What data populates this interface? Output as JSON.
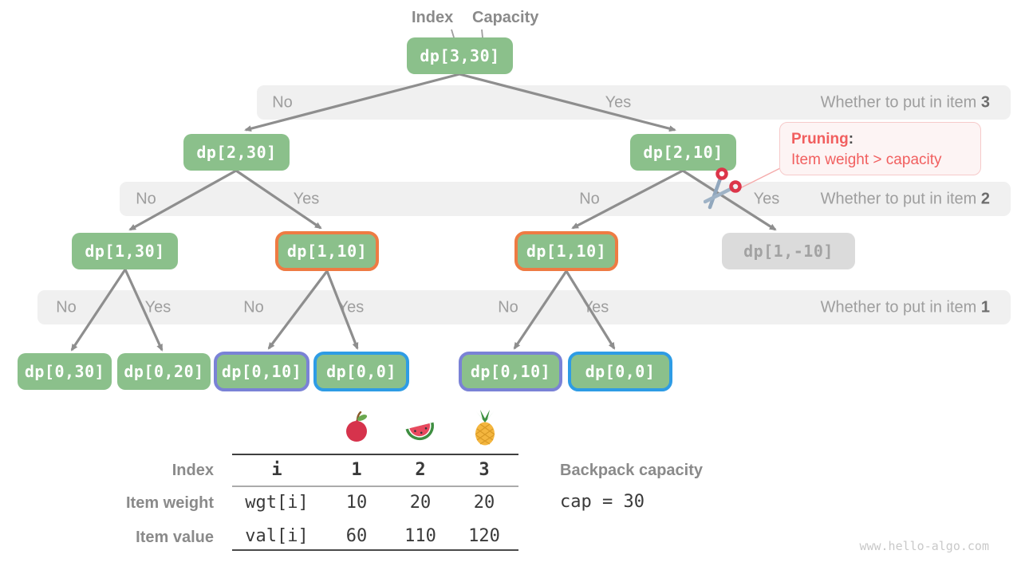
{
  "header": {
    "index_label": "Index",
    "capacity_label": "Capacity"
  },
  "nodes": {
    "root": "dp[3,30]",
    "l2_no": "dp[2,30]",
    "l2_yes": "dp[2,10]",
    "l1_a": "dp[1,30]",
    "l1_b": "dp[1,10]",
    "l1_c": "dp[1,10]",
    "l1_d": "dp[1,-10]",
    "l0_a": "dp[0,30]",
    "l0_b": "dp[0,20]",
    "l0_c": "dp[0,10]",
    "l0_d": "dp[0,0]",
    "l0_e": "dp[0,10]",
    "l0_f": "dp[0,0]"
  },
  "bars": {
    "item3": {
      "no": "No",
      "yes": "Yes",
      "question": "Whether to put in item ",
      "num": "3"
    },
    "item2": {
      "no1": "No",
      "yes1": "Yes",
      "no2": "No",
      "yes2": "Yes",
      "question": "Whether to put in item ",
      "num": "2"
    },
    "item1": {
      "no1": "No",
      "yes1": "Yes",
      "no2": "No",
      "yes2": "Yes",
      "no3": "No",
      "yes3": "Yes",
      "question": "Whether to put in item ",
      "num": "1"
    }
  },
  "pruning": {
    "title": "Pruning",
    "colon": ":",
    "reason": "Item weight > capacity"
  },
  "items_table": {
    "fruits": [
      "apple",
      "watermelon",
      "pineapple"
    ],
    "row_headers": [
      "Index",
      "Item weight",
      "Item value"
    ],
    "index_var": "i",
    "index_values": [
      "1",
      "2",
      "3"
    ],
    "weight_var": "wgt[i]",
    "weight_values": [
      "10",
      "20",
      "20"
    ],
    "value_var": "val[i]",
    "value_values": [
      "60",
      "110",
      "120"
    ]
  },
  "capacity_info": {
    "title": "Backpack capacity",
    "code": "cap = 30"
  },
  "watermark": "www.hello-algo.com",
  "colors": {
    "node_green": "#8BC08B",
    "orange_border": "#EE7B43",
    "purple_border": "#7A82D6",
    "blue_border": "#2E9CE5",
    "pruned_gray": "#DBDBDB",
    "bar_gray": "#F0F0F0",
    "accent_red": "#F15F5F"
  }
}
